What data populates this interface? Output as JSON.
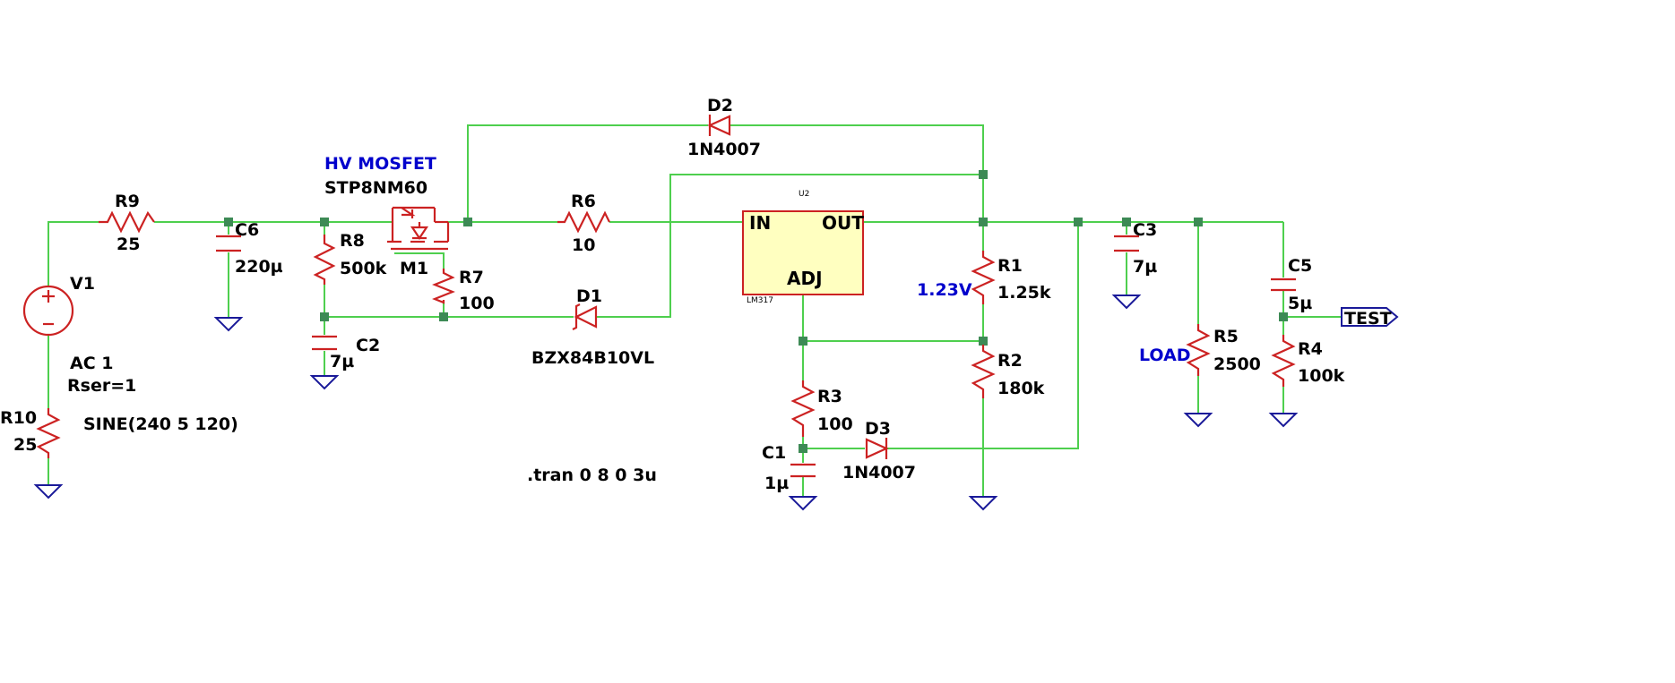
{
  "colors": {
    "wire": "#4ecf4e",
    "component": "#cc2222",
    "ground": "#1a1a99",
    "junction": "#3d8a55",
    "note_blue": "#0000cc",
    "regulator_fill": "#ffffc0"
  },
  "components": {
    "R9": {
      "ref": "R9",
      "value": "25"
    },
    "C6": {
      "ref": "C6",
      "value": "220µ"
    },
    "R8": {
      "ref": "R8",
      "value": "500k"
    },
    "C2": {
      "ref": "C2",
      "value": "7µ"
    },
    "M1": {
      "ref": "M1",
      "part": "STP8NM60",
      "note": "HV MOSFET"
    },
    "R7": {
      "ref": "R7",
      "value": "100"
    },
    "D2": {
      "ref": "D2",
      "value": "1N4007"
    },
    "R6": {
      "ref": "R6",
      "value": "10"
    },
    "D1": {
      "ref": "D1",
      "value": "BZX84B10VL"
    },
    "U2": {
      "ref": "U2",
      "part": "LM317",
      "pin_in": "IN",
      "pin_out": "OUT",
      "pin_adj": "ADJ"
    },
    "R1": {
      "ref": "R1",
      "value": "1.25k",
      "note": "1.23V"
    },
    "R2": {
      "ref": "R2",
      "value": "180k"
    },
    "R3": {
      "ref": "R3",
      "value": "100"
    },
    "C1": {
      "ref": "C1",
      "value": "1µ"
    },
    "D3": {
      "ref": "D3",
      "value": "1N4007"
    },
    "C3": {
      "ref": "C3",
      "value": "7µ"
    },
    "R5": {
      "ref": "R5",
      "value": "2500",
      "note": "LOAD"
    },
    "C5": {
      "ref": "C5",
      "value": "5µ"
    },
    "R4": {
      "ref": "R4",
      "value": "100k"
    },
    "V1": {
      "ref": "V1",
      "ac": "AC 1",
      "rser": "Rser=1",
      "func": "SINE(240 5 120)"
    },
    "R10": {
      "ref": "R10",
      "value": "25"
    }
  },
  "net_labels": {
    "test": "TEST"
  },
  "directive": ".tran 0 8 0 3u"
}
